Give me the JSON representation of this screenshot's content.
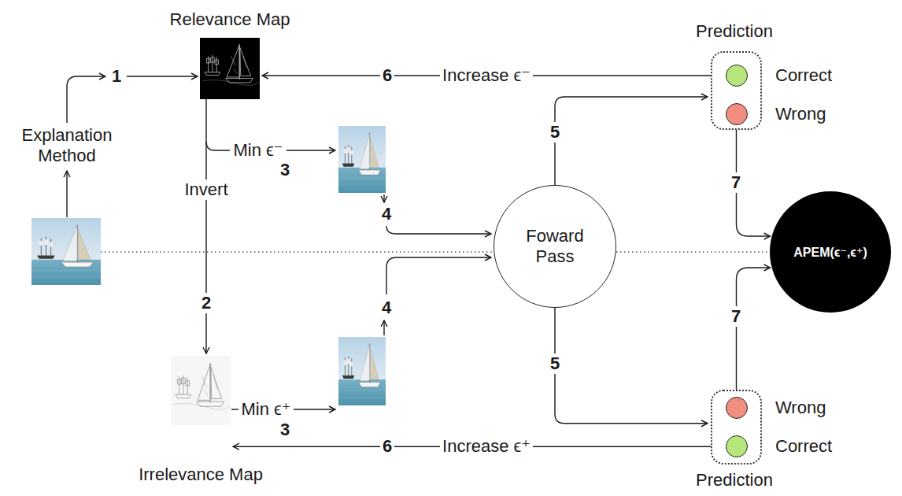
{
  "diagram": {
    "nodes": [
      {
        "text": [
          "Relevance Map"
        ]
      },
      {
        "text": [
          "Irrelevance Map"
        ]
      },
      {
        "text": [
          "Foward Pass"
        ]
      },
      {
        "text": [
          "Prediction",
          "Correct",
          "Wrong"
        ]
      },
      {
        "text": [
          "Wrong",
          "Correct",
          "Prediction"
        ]
      },
      {
        "text": [
          "APEM(ϵ⁻,ϵ⁺)"
        ]
      }
    ],
    "edges": [
      {
        "from": 2,
        "to": 3,
        "label": "5",
        "arrow": "to"
      },
      {
        "from": 2,
        "to": 4,
        "label": "5",
        "arrow": "to"
      },
      {
        "from": 3,
        "to": 5,
        "label": "7",
        "arrow": "to"
      },
      {
        "from": 4,
        "to": 5,
        "label": "7",
        "arrow": "to"
      },
      {
        "from": 3,
        "to": 0,
        "label": "Increase ϵ⁻",
        "arrow": "to"
      },
      {
        "from": 4,
        "to": 1,
        "label": "Increase ϵ⁺",
        "arrow": "to"
      },
      {
        "from": 0,
        "to": 1,
        "label": "Invert",
        "arrow": "to"
      }
    ],
    "labels": [
      "Explanation Method",
      "1",
      "Min ϵ⁻",
      "3",
      "4",
      "6",
      "2",
      "Min ϵ⁺",
      "3",
      "4",
      "6"
    ]
  }
}
